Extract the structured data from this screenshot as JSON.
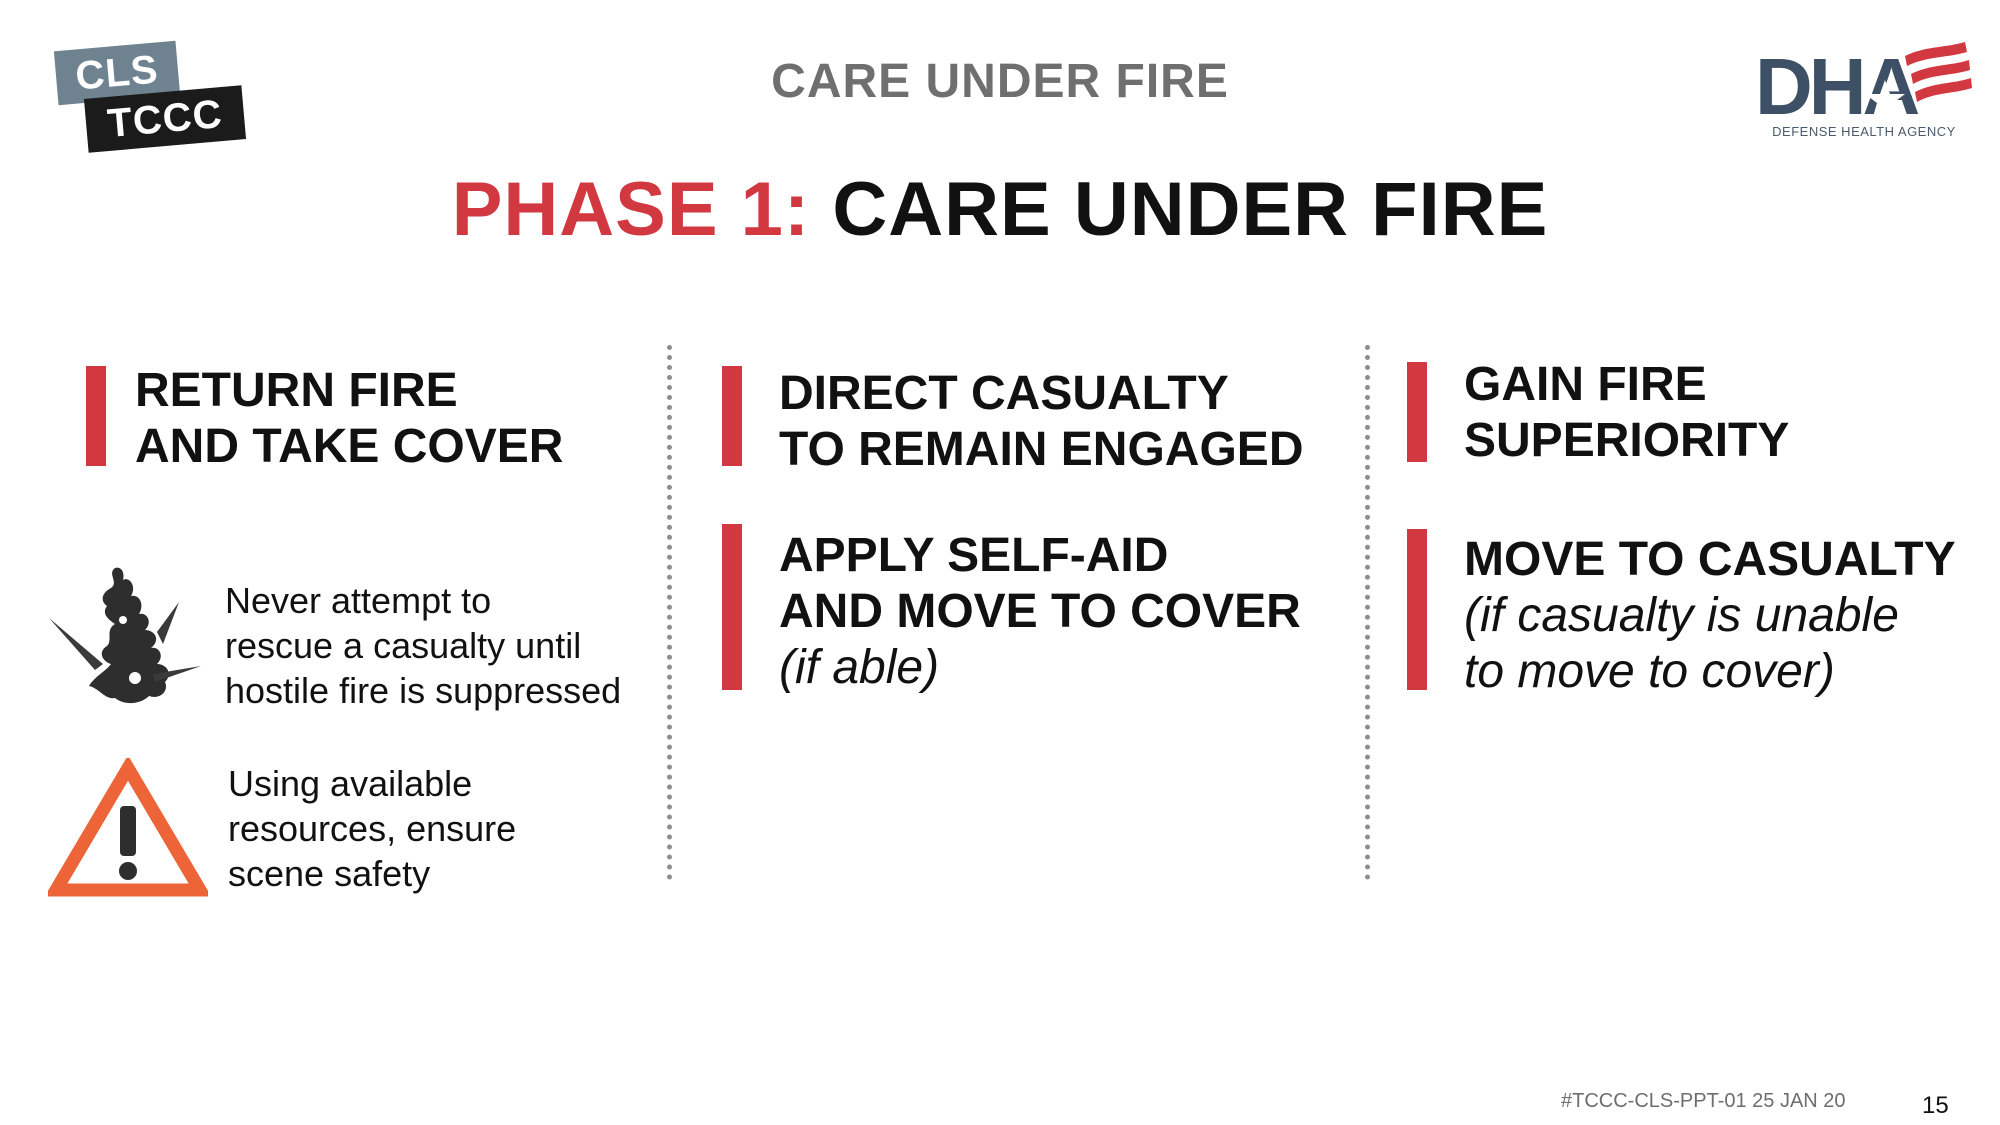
{
  "logo": {
    "line1": "CLS",
    "line2": "TCCC"
  },
  "header": {
    "title": "CARE UNDER FIRE"
  },
  "agency": {
    "abbr": "DHA",
    "name": "DEFENSE HEALTH AGENCY"
  },
  "slide": {
    "title_prefix": "PHASE 1:",
    "title_main": "CARE UNDER FIRE",
    "columns": [
      {
        "blocks": [
          {
            "line1": "RETURN FIRE",
            "line2": "AND TAKE COVER"
          }
        ],
        "notes": [
          {
            "icon": "explosion-icon",
            "line1": "Never attempt to",
            "line2": "rescue a casualty until",
            "line3": "hostile fire is suppressed"
          },
          {
            "icon": "warning-icon",
            "line1": "Using available",
            "line2": "resources, ensure",
            "line3": "scene safety"
          }
        ]
      },
      {
        "blocks": [
          {
            "line1": "DIRECT CASUALTY",
            "line2": "TO REMAIN ENGAGED"
          },
          {
            "line1": "APPLY SELF-AID",
            "line2": "AND MOVE TO COVER",
            "line3": "(if able)"
          }
        ]
      },
      {
        "blocks": [
          {
            "line1": "GAIN FIRE",
            "line2": "SUPERIORITY"
          },
          {
            "line1": "MOVE TO CASUALTY",
            "line2": "(if casualty is unable",
            "line3": "to move to cover)"
          }
        ]
      }
    ]
  },
  "footer": {
    "code": "#TCCC-CLS-PPT-01 25 JAN 20",
    "page": "15"
  },
  "colors": {
    "accent": "#d2383f",
    "warning": "#ec6437",
    "header_gray": "#6f6f6f",
    "navy": "#3d5066"
  }
}
